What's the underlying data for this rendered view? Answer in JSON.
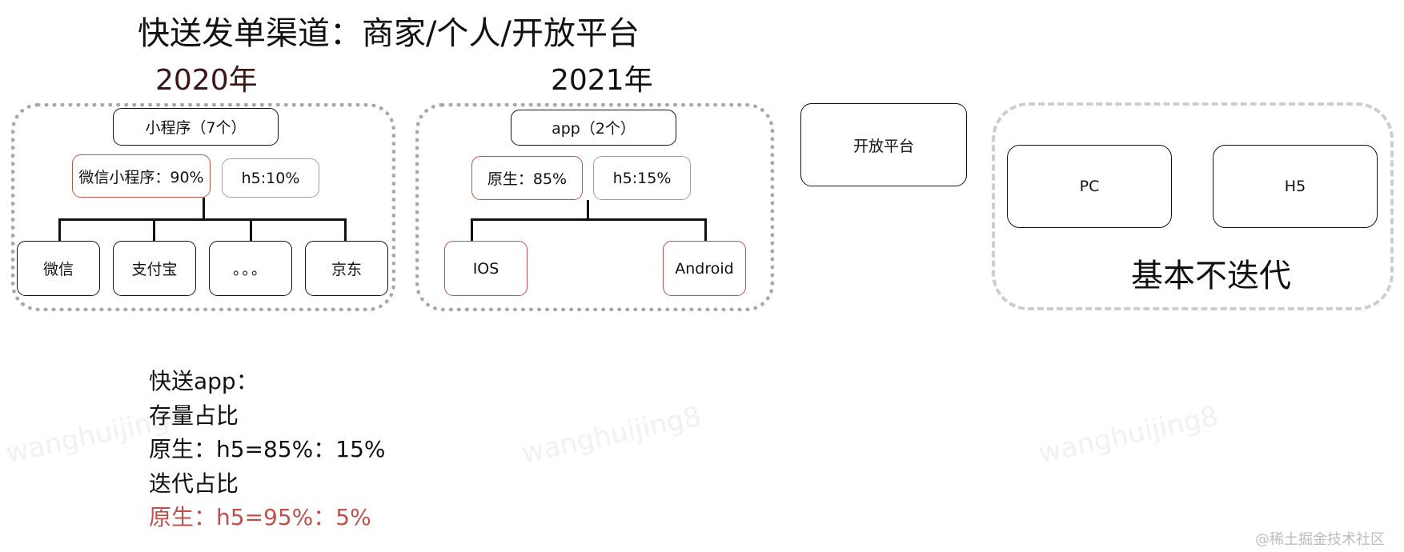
{
  "title": "快送发单渠道：商家/个人/开放平台",
  "year_2020": {
    "label": "2020年",
    "root": "小程序（7个）",
    "split": [
      {
        "label": "微信小程序：90%"
      },
      {
        "label": "h5:10%"
      }
    ],
    "channels": [
      "微信",
      "支付宝",
      "。。。",
      "京东"
    ]
  },
  "year_2021": {
    "label": "2021年",
    "root": "app（2个）",
    "split": [
      {
        "label": "原生：85%"
      },
      {
        "label": "h5:15%"
      }
    ],
    "platforms": [
      "IOS",
      "Android"
    ]
  },
  "open_platform": "开放平台",
  "no_iteration": {
    "items": [
      "PC",
      "H5"
    ],
    "label": "基本不迭代"
  },
  "notes": [
    "快送app：",
    "存量占比",
    "原生：h5=85%：15%",
    "迭代占比",
    "原生：h5=95%：5%"
  ],
  "watermark": "wanghuijing8",
  "credit": "@稀土掘金技术社区",
  "colors": {
    "highlight": "#c0504d",
    "neutral_border": "#a0a0a0",
    "group_border": "#a8a8a8",
    "static_border": "#cdcdcd"
  }
}
